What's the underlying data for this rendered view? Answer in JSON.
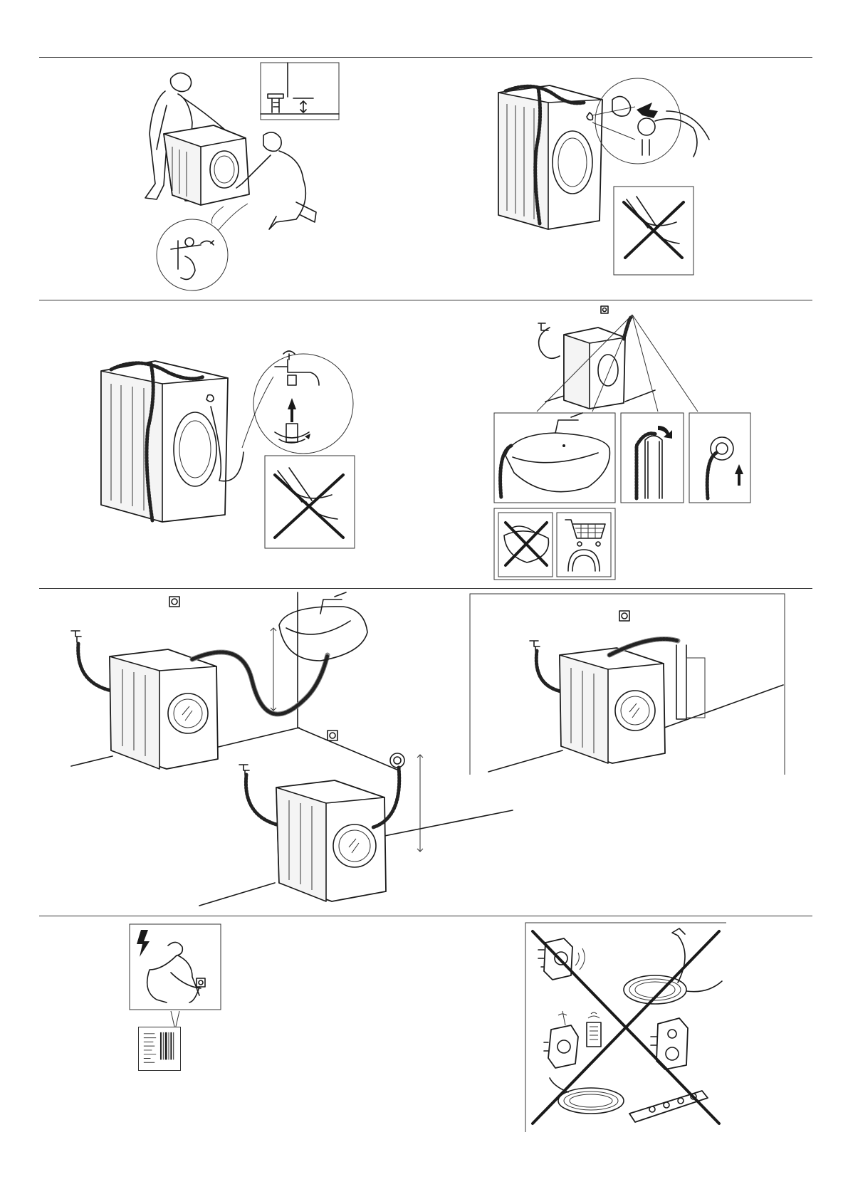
{
  "page": {
    "background": "#ffffff",
    "line_color": "#1a1a1a"
  },
  "panels": [
    {
      "id": "levelling-feet",
      "icons": [
        "installer-people",
        "foot-height-detail",
        "wrench-detail"
      ]
    },
    {
      "id": "remove-transport-bolts",
      "icons": [
        "bolt-detail",
        "no-pliers"
      ]
    },
    {
      "id": "connect-inlet-hose",
      "icons": [
        "tap-connection-detail",
        "no-pliers"
      ]
    },
    {
      "id": "drain-hose-options",
      "icons": [
        "sink-option",
        "standpipe-option",
        "wall-drain-option",
        "no-sink-bowl",
        "shopping-cart-accessory"
      ]
    },
    {
      "id": "drain-into-sink",
      "icons": [
        "socket",
        "tap",
        "sink"
      ]
    },
    {
      "id": "drain-into-standpipe",
      "icons": [
        "socket",
        "tap",
        "standpipe"
      ]
    },
    {
      "id": "drain-into-wall-outlet",
      "icons": [
        "socket",
        "tap",
        "wall-outlet"
      ]
    },
    {
      "id": "electrical-connection",
      "icons": [
        "lightning-warning",
        "rating-label"
      ]
    },
    {
      "id": "no-adapters-extensions",
      "icons": [
        "adapter",
        "extension-cable",
        "timer-plug",
        "multi-socket"
      ]
    }
  ]
}
